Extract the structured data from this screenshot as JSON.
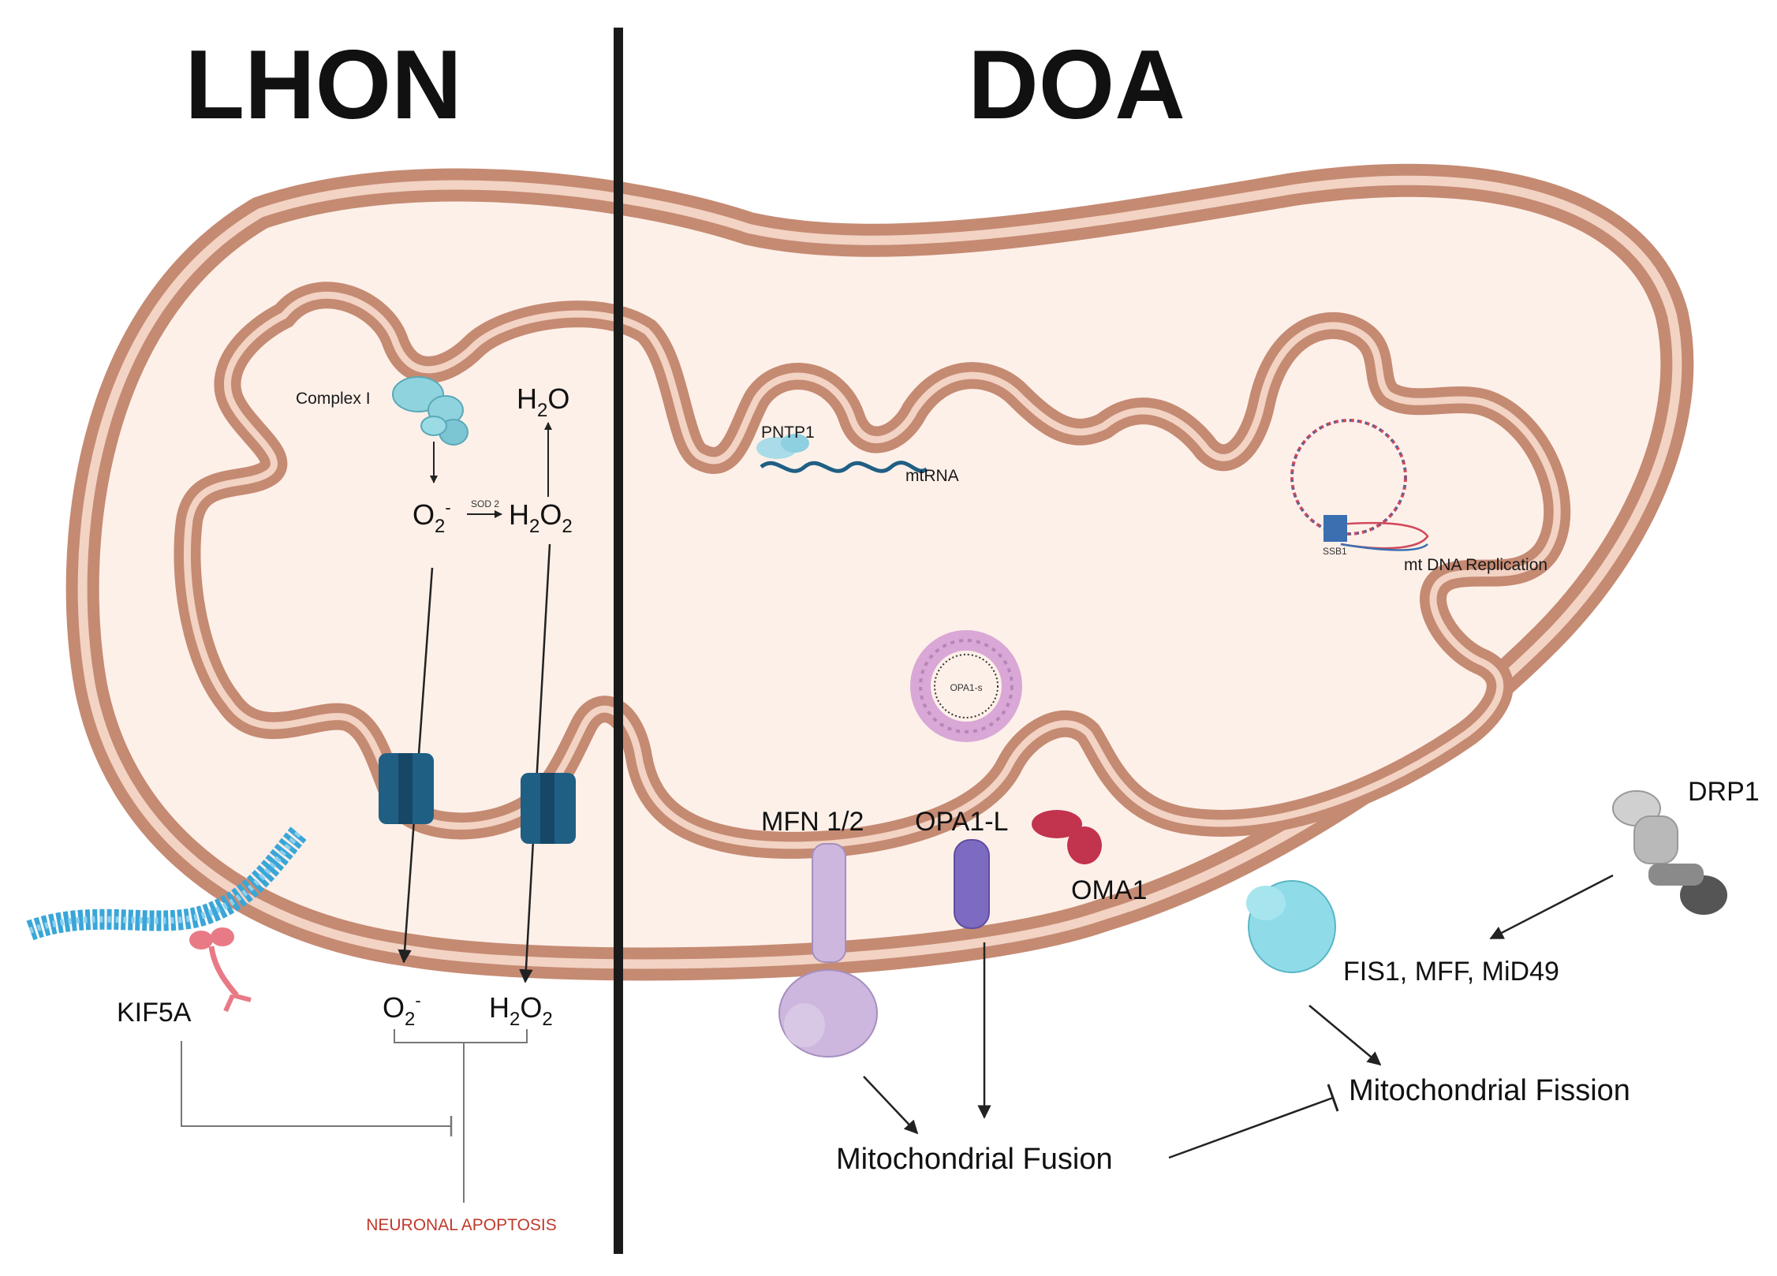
{
  "titles": {
    "left": "LHON",
    "right": "DOA"
  },
  "labels": {
    "complex1": "Complex I",
    "h2o": "H",
    "h2o_sub": "2",
    "h2o_tail": "O",
    "o2": "O",
    "o2_sub": "2",
    "o2_sup": "-",
    "sod2": "SOD 2",
    "h2o2": "H",
    "h2o2_sub1": "2",
    "h2o2_mid": "O",
    "h2o2_sub2": "2",
    "pntp1": "PNTP1",
    "mtrna": "mtRNA",
    "ssb1": "SSB1",
    "mtdna": "mt DNA Replication",
    "opa1s": "OPA1-s",
    "mfn": "MFN 1/2",
    "opa1l": "OPA1-L",
    "oma1": "OMA1",
    "drp1": "DRP1",
    "fis1": "FIS1, MFF, MiD49",
    "kif5a": "KIF5A",
    "fusion": "Mitochondrial Fusion",
    "fission": "Mitochondrial Fission",
    "apoptosis": "NEURONAL APOPTOSIS"
  },
  "colors": {
    "membrane": "#c58a72",
    "membrane_light": "#f2d3c4",
    "matrix": "#fdf0e9",
    "channel": "#1f5f84",
    "complex1": "#8fd3df",
    "drp1": "#b9b9b9",
    "fis1": "#8fdce8",
    "mfn": "#cdb7de",
    "opa1l": "#7d6bc1",
    "oma1": "#c2334d",
    "kif5a": "#e87a86",
    "microtubule": "#3aa6d8",
    "apoptosis": "#c0392b"
  }
}
